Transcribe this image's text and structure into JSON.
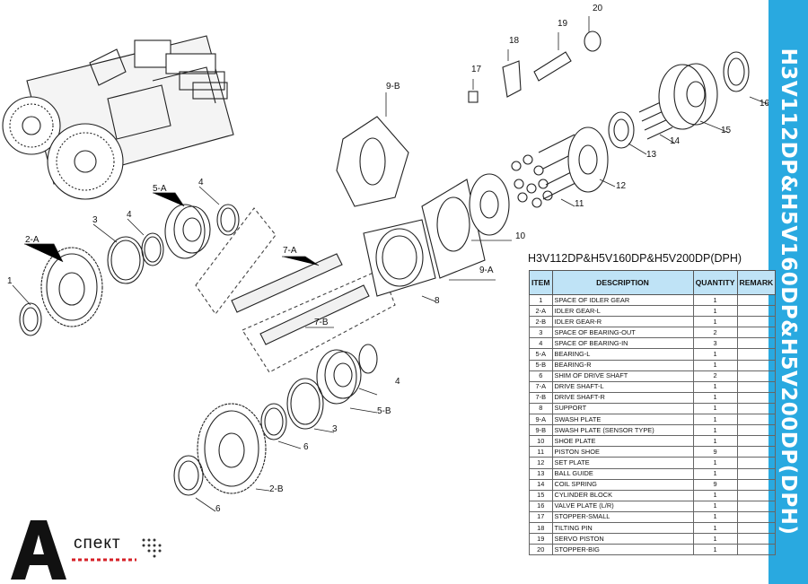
{
  "side_title": "H3V112DP&H5V160DP&H5V200DP(DPH)",
  "table_title": "H3V112DP&H5V160DP&H5V200DP(DPH)",
  "colors": {
    "banner": "#29a9e0",
    "header_fill": "#bfe3f6",
    "logo_red": "#d62027"
  },
  "columns": [
    "ITEM",
    "DESCRIPTION",
    "QUANTITY",
    "REMARK"
  ],
  "rows": [
    {
      "item": "1",
      "desc": "SPACE OF IDLER GEAR",
      "qty": "1",
      "remark": ""
    },
    {
      "item": "2-A",
      "desc": "IDLER GEAR-L",
      "qty": "1",
      "remark": ""
    },
    {
      "item": "2-B",
      "desc": "IDLER GEAR-R",
      "qty": "1",
      "remark": ""
    },
    {
      "item": "3",
      "desc": "SPACE OF BEARING-OUT",
      "qty": "2",
      "remark": ""
    },
    {
      "item": "4",
      "desc": "SPACE OF BEARING-IN",
      "qty": "3",
      "remark": ""
    },
    {
      "item": "5-A",
      "desc": "BEARING-L",
      "qty": "1",
      "remark": ""
    },
    {
      "item": "5-B",
      "desc": "BEARING-R",
      "qty": "1",
      "remark": ""
    },
    {
      "item": "6",
      "desc": "SHIM OF DRIVE SHAFT",
      "qty": "2",
      "remark": ""
    },
    {
      "item": "7-A",
      "desc": "DRIVE SHAFT-L",
      "qty": "1",
      "remark": ""
    },
    {
      "item": "7-B",
      "desc": "DRIVE SHAFT-R",
      "qty": "1",
      "remark": ""
    },
    {
      "item": "8",
      "desc": "SUPPORT",
      "qty": "1",
      "remark": ""
    },
    {
      "item": "9-A",
      "desc": "SWASH PLATE",
      "qty": "1",
      "remark": ""
    },
    {
      "item": "9-B",
      "desc": "SWASH PLATE (SENSOR TYPE)",
      "qty": "1",
      "remark": ""
    },
    {
      "item": "10",
      "desc": "SHOE PLATE",
      "qty": "1",
      "remark": ""
    },
    {
      "item": "11",
      "desc": "PISTON SHOE",
      "qty": "9",
      "remark": ""
    },
    {
      "item": "12",
      "desc": "SET PLATE",
      "qty": "1",
      "remark": ""
    },
    {
      "item": "13",
      "desc": "BALL GUIDE",
      "qty": "1",
      "remark": ""
    },
    {
      "item": "14",
      "desc": "COIL SPRING",
      "qty": "9",
      "remark": ""
    },
    {
      "item": "15",
      "desc": "CYLINDER BLOCK",
      "qty": "1",
      "remark": ""
    },
    {
      "item": "16",
      "desc": "VALVE PLATE (L/R)",
      "qty": "1",
      "remark": ""
    },
    {
      "item": "17",
      "desc": "STOPPER-SMALL",
      "qty": "1",
      "remark": ""
    },
    {
      "item": "18",
      "desc": "TILTING PIN",
      "qty": "1",
      "remark": ""
    },
    {
      "item": "19",
      "desc": "SERVO PISTON",
      "qty": "1",
      "remark": ""
    },
    {
      "item": "20",
      "desc": "STOPPER-BIG",
      "qty": "1",
      "remark": ""
    }
  ],
  "callouts": [
    "1",
    "2-A",
    "2-B",
    "3",
    "3",
    "4",
    "4",
    "4",
    "5-A",
    "5-B",
    "6",
    "6",
    "7-A",
    "7-B",
    "8",
    "9-A",
    "9-B",
    "10",
    "11",
    "12",
    "13",
    "14",
    "15",
    "16",
    "17",
    "18",
    "19",
    "20"
  ],
  "logo_text": "спект"
}
